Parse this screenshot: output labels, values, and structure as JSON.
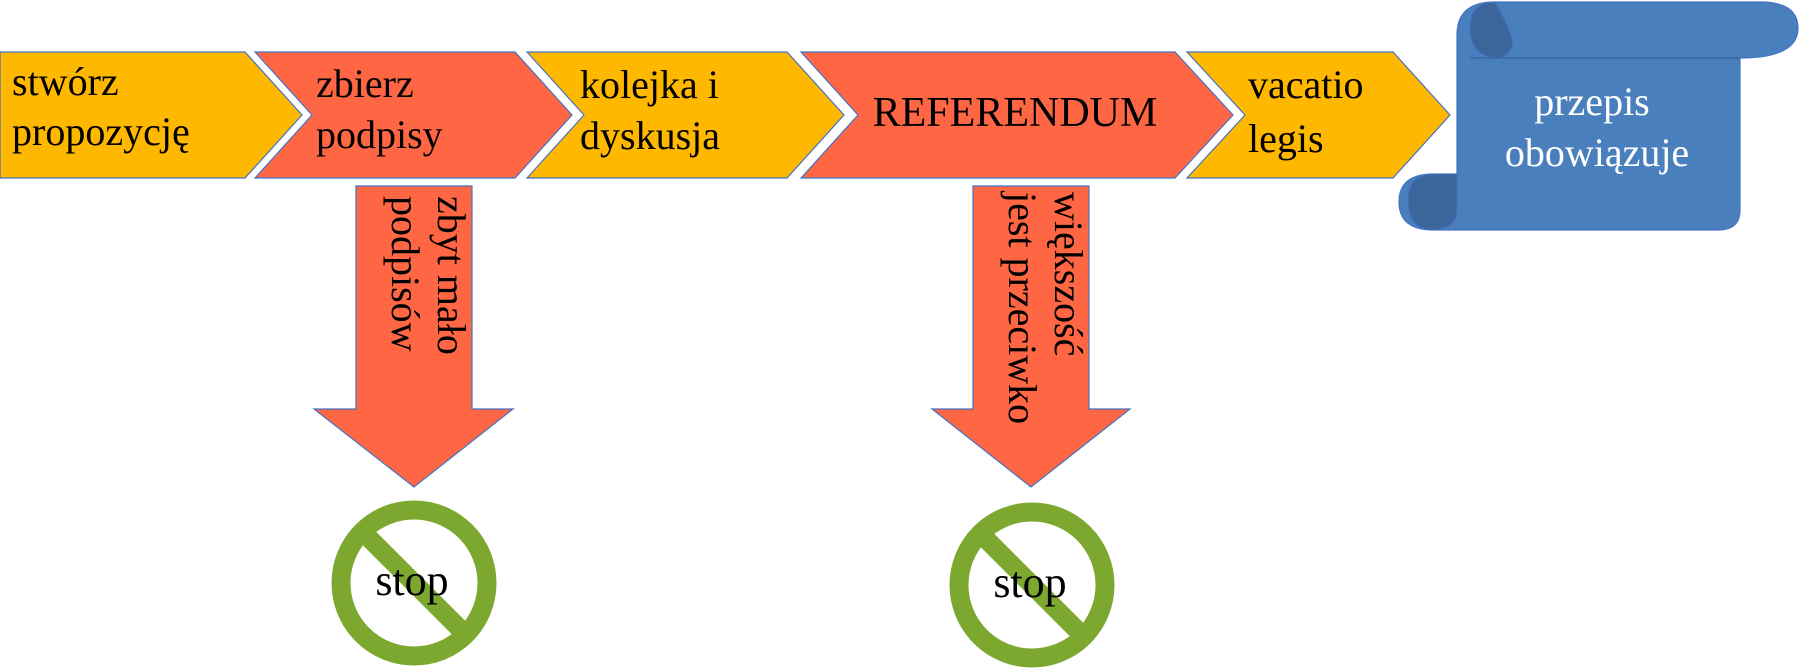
{
  "colors": {
    "orange": "#FFB800",
    "red": "#FF6644",
    "blue": "#4A7FBE",
    "blue_dark": "#3A669C",
    "green": "#7DA830",
    "outline": "#4472C4",
    "text": "#000000",
    "text_light": "#FFFFFF"
  },
  "steps": [
    {
      "lines": [
        "stwórz",
        "propozycję"
      ],
      "color": "orange"
    },
    {
      "lines": [
        "zbierz",
        "podpisy"
      ],
      "color": "red"
    },
    {
      "lines": [
        "kolejka i",
        "dyskusja"
      ],
      "color": "orange"
    },
    {
      "lines": [
        "REFERENDUM"
      ],
      "color": "red"
    },
    {
      "lines": [
        "vacatio",
        "legis"
      ],
      "color": "orange"
    }
  ],
  "final": {
    "lines": [
      "przepis",
      "obowiązuje"
    ],
    "icon": "scroll-icon"
  },
  "failures": [
    {
      "lines": [
        "zbyt mało",
        "podpisów"
      ],
      "stop_label": "stop",
      "icon": "no-entry-icon"
    },
    {
      "lines": [
        "większość",
        "jest przeciwko"
      ],
      "stop_label": "stop",
      "icon": "no-entry-icon"
    }
  ]
}
